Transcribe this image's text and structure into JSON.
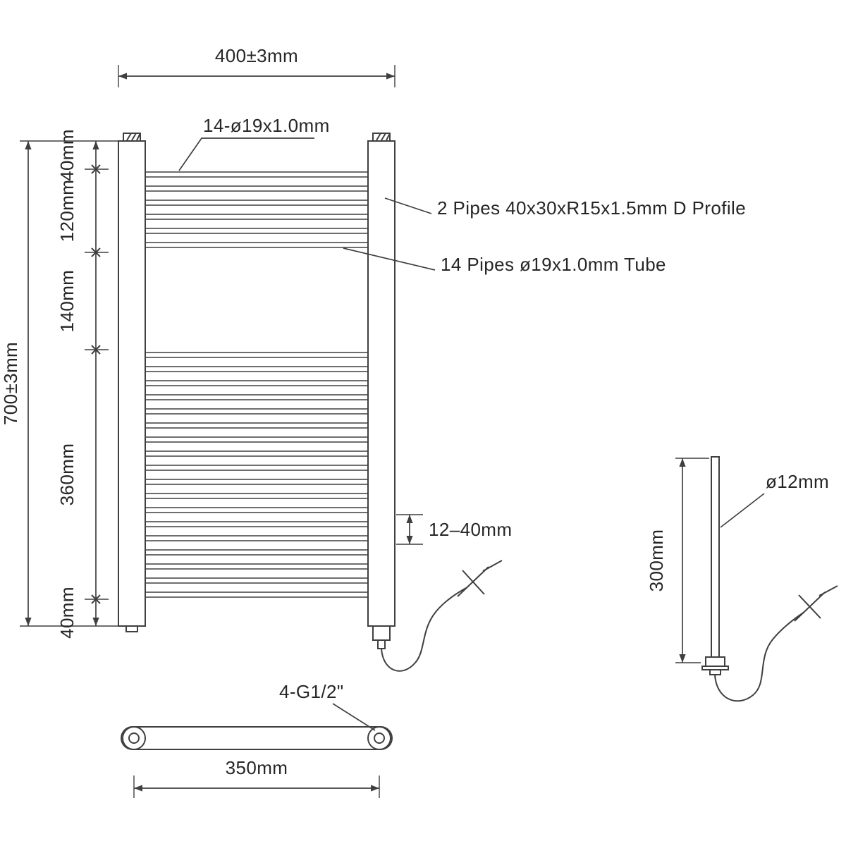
{
  "drawing": {
    "front_view": {
      "dim_top_width": "400±3mm",
      "dim_overall_height": "700±3mm",
      "dim_segments": [
        "40mm",
        "120mm",
        "140mm",
        "360mm",
        "40mm"
      ],
      "label_top_tubes": "14-ø19x1.0mm",
      "label_side_pipes": "2 Pipes 40x30xR15x1.5mm D Profile",
      "label_cross_tubes": "14 Pipes ø19x1.0mm Tube",
      "dim_element_gap": "12–40mm"
    },
    "bottom_view": {
      "label_thread": "4-G1/2\"",
      "dim_center_distance": "350mm"
    },
    "element_view": {
      "dim_length": "300mm",
      "label_diameter": "ø12mm"
    },
    "colors": {
      "line": "#3f3f3f",
      "text": "#262626",
      "background": "#ffffff"
    }
  }
}
